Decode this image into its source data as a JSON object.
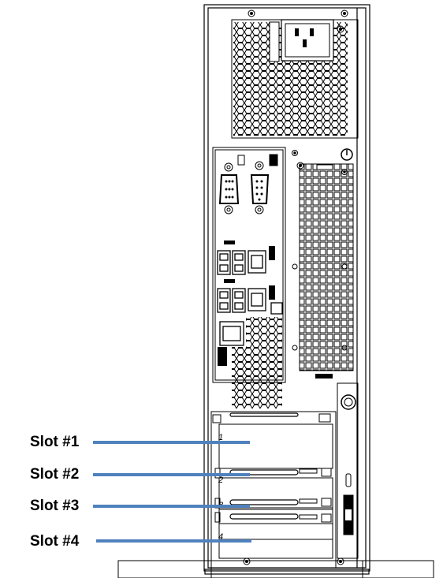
{
  "slots": [
    {
      "label": "Slot #1",
      "number_mark": "1"
    },
    {
      "label": "Slot #2",
      "number_mark": "2"
    },
    {
      "label": "Slot #3",
      "number_mark": "3"
    },
    {
      "label": "Slot #4",
      "number_mark": "4"
    }
  ],
  "leader_color": "#4f81bd",
  "line_color": "#000000"
}
